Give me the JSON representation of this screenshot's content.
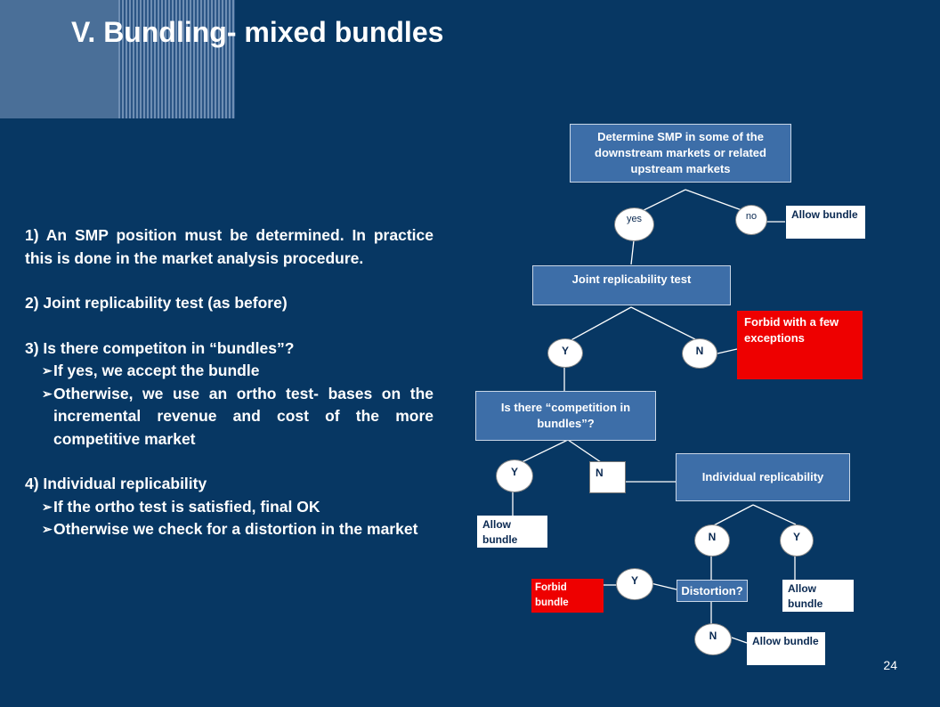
{
  "slide": {
    "title": "V. Bundling- mixed bundles",
    "page_number": "24"
  },
  "bullets": {
    "item1": "1) An SMP position must be determined. In practice this is done in the market analysis procedure.",
    "item2": "2) Joint replicability test (as before)",
    "item3": "3) Is there competiton in “bundles”?",
    "item3_sub1": "If yes, we accept the bundle",
    "item3_sub2": "Otherwise, we use an ortho test- bases on the incremental revenue and cost of the more competitive market",
    "item4": "4) Individual replicability",
    "item4_sub1": "If the ortho test is satisfied, final OK",
    "item4_sub2": "Otherwise we check for a distortion in the market",
    "arrow_glyph": "➢"
  },
  "diagram": {
    "smp_box": "Determine SMP in some of the downstream markets or related upstream markets",
    "yes_1": "yes",
    "no_1": "no",
    "allow_1": "Allow bundle",
    "joint_box": "Joint replicability test",
    "y_2": "Y",
    "n_2": "N",
    "forbid_exceptions": "Forbid with a few exceptions",
    "competition_box": "Is there “competition in bundles”?",
    "y_3": "Y",
    "n_3": "N",
    "allow_3": "Allow bundle",
    "individual_box": "Individual replicability",
    "n_4": "N",
    "y_4": "Y",
    "allow_4": "Allow bundle",
    "y_5": "Y",
    "distortion_box": "Distortion?",
    "forbid_bundle": "Forbid bundle",
    "n_5": "N",
    "allow_5": "Allow bundle",
    "colors": {
      "background": "#073763",
      "box_blue": "#3d6ea8",
      "red": "#ee0000"
    }
  }
}
